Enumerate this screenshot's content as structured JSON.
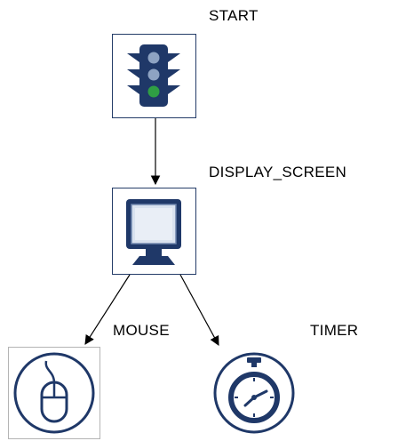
{
  "nodes": {
    "start": {
      "label": "START",
      "icon": "traffic-light-icon"
    },
    "display_screen": {
      "label": "DISPLAY_SCREEN",
      "icon": "monitor-icon"
    },
    "mouse": {
      "label": "MOUSE",
      "icon": "mouse-icon"
    },
    "timer": {
      "label": "TIMER",
      "icon": "stopwatch-icon"
    }
  },
  "edges": [
    {
      "from": "START",
      "to": "DISPLAY_SCREEN"
    },
    {
      "from": "DISPLAY_SCREEN",
      "to": "MOUSE"
    },
    {
      "from": "DISPLAY_SCREEN",
      "to": "TIMER"
    }
  ],
  "colors": {
    "icon_navy": "#1f3868",
    "icon_fill": "#d9e2ef",
    "light_off": "#8ea3c2",
    "light_on": "#2f9e44",
    "node_border": "#243c68",
    "mouse_border": "#b4b4b4"
  }
}
